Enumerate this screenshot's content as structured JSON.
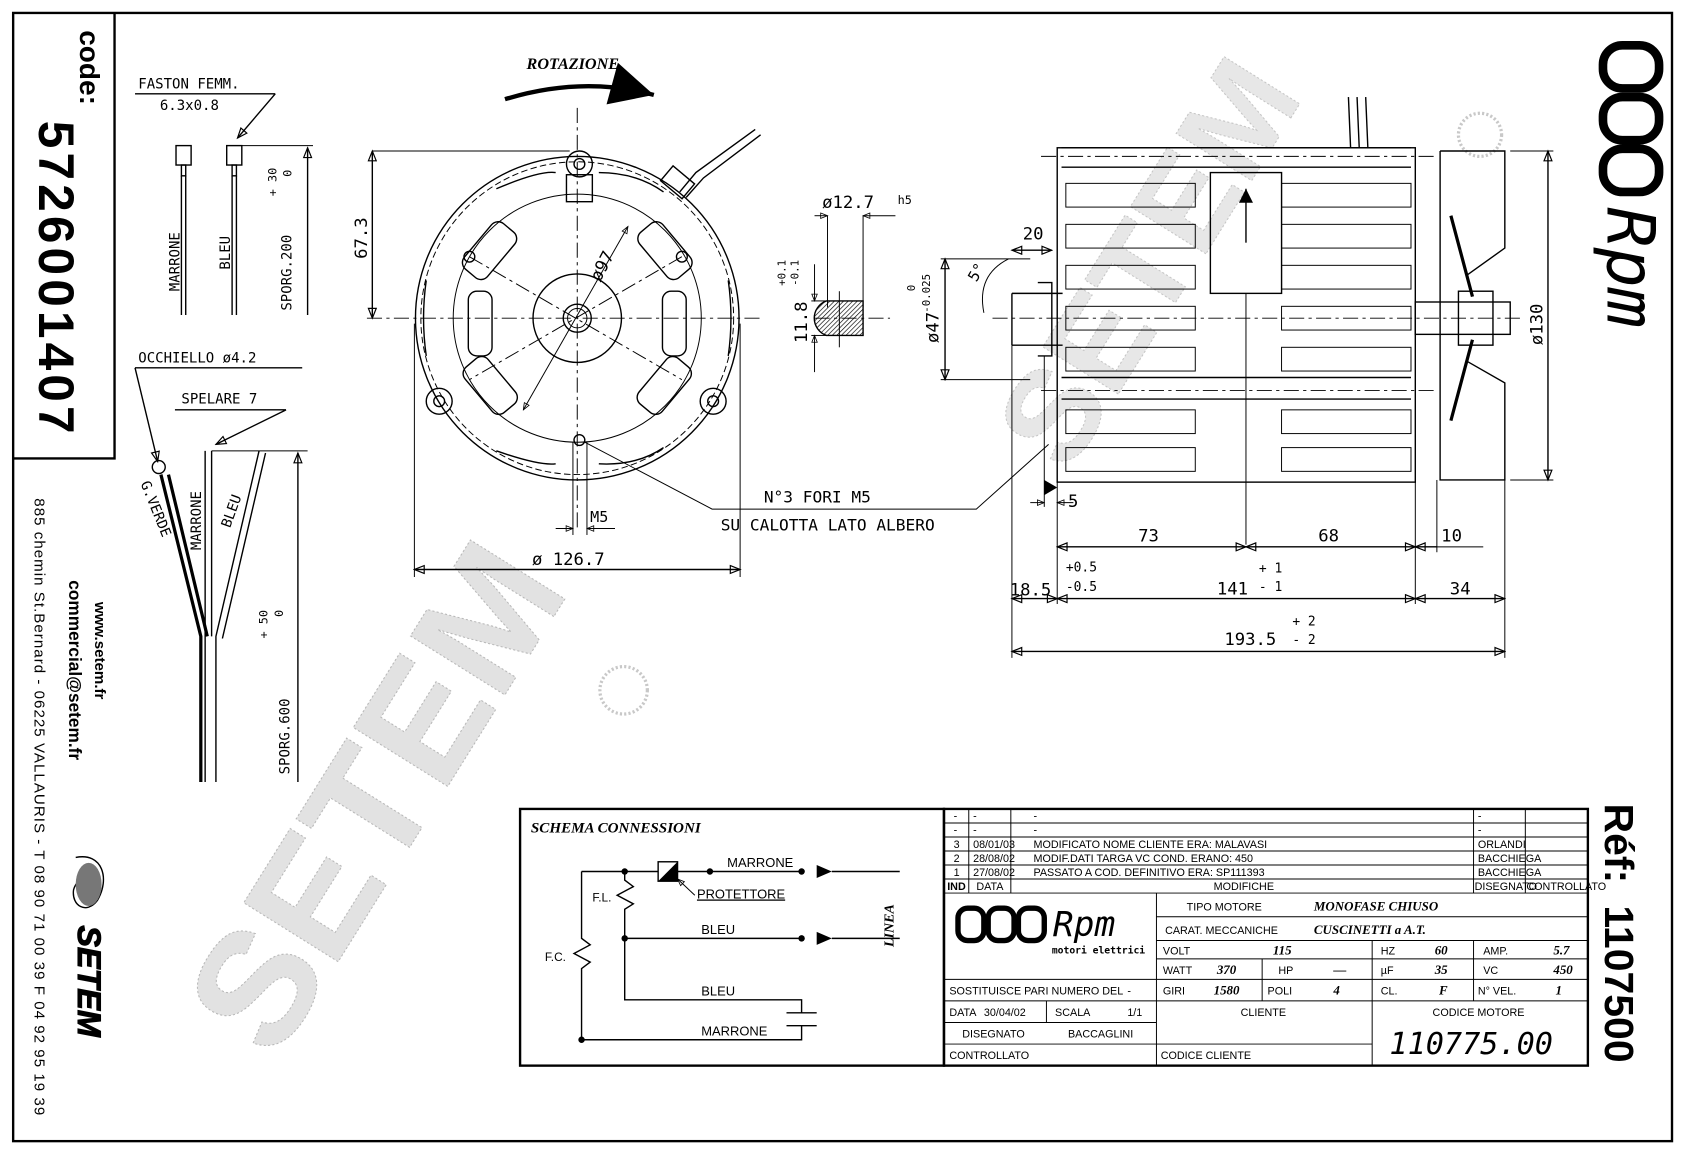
{
  "code_box": {
    "label": "code:",
    "value": "5726001407"
  },
  "contact": {
    "website": "www.setem.fr",
    "email": "commercial@setem.fr",
    "address": "885 chemin St.Bernard  -  06225 VALLAURIS  -  T 08 90 71 00 39   F 04 92 95 19 39",
    "brand": "SETEM"
  },
  "reference": {
    "label": "Réf:",
    "value": "1107500"
  },
  "logo": {
    "brand": "Rpm",
    "tagline": "motori elettrici"
  },
  "watermark": "SETEM",
  "wiring": {
    "faston_label": "FASTON FEMM.",
    "faston_size": "6.3x0.8",
    "wire_marrone": "MARRONE",
    "wire_bleu": "BLEU",
    "sporg_short": "SPORG.200",
    "sporg_short_tol_plus": "+ 30",
    "sporg_short_tol_minus": "0",
    "occhiello": "OCCHIELLO ø4.2",
    "spelare": "SPELARE 7",
    "wire_verde": "G.VERDE",
    "sporg_long": "SPORG.600",
    "sporg_long_tol_plus": "+ 50",
    "sporg_long_tol_minus": "0"
  },
  "front_view": {
    "rotation": "ROTAZIONE",
    "dim_height": "67.3",
    "dim_pcd": "ø97",
    "dim_diameter": "ø 126.7",
    "dim_m5": "M5",
    "note_line1": "N°3 FORI M5",
    "note_line2": "SU CALOTTA LATO ALBERO"
  },
  "shaft_section": {
    "diameter": "ø12.7",
    "fit": "h5",
    "flat": "11.8",
    "tol_plus": "+0.1",
    "tol_minus": "-0.1"
  },
  "side_view": {
    "spigot": "ø47",
    "spigot_tol_upper": "0",
    "spigot_tol_lower": "-0.025",
    "angle": "5°",
    "d20": "20",
    "d5": "5",
    "d73": "73",
    "d68": "68",
    "d10": "10",
    "d18_5": "18.5",
    "tol05_plus": "+0.5",
    "tol05_minus": "-0.5",
    "d141": "141",
    "d141_tol_plus": "+ 1",
    "d141_tol_minus": "- 1",
    "d34": "34",
    "d193": "193.5",
    "d193_tol_plus": "+ 2",
    "d193_tol_minus": "- 2",
    "fan_diameter": "ø130"
  },
  "schema": {
    "title": "SCHEMA CONNESSIONI",
    "marrone_top": "MARRONE",
    "protettore": "PROTETTORE",
    "bleu_mid": "BLEU",
    "bleu_low": "BLEU",
    "marrone_low": "MARRONE",
    "fl": "F.L.",
    "fc": "F.C.",
    "linea": "LINEA"
  },
  "title_block": {
    "revisions": [
      {
        "ind": "-",
        "data": "-",
        "modifica": "-",
        "disegnato": "-",
        "controllato": ""
      },
      {
        "ind": "-",
        "data": "-",
        "modifica": "-",
        "disegnato": "-",
        "controllato": ""
      },
      {
        "ind": "3",
        "data": "08/01/03",
        "modifica": "MODIFICATO NOME CLIENTE ERA: MALAVASI",
        "disegnato": "ORLANDI",
        "controllato": ""
      },
      {
        "ind": "2",
        "data": "28/08/02",
        "modifica": "MODIF.DATI TARGA VC COND. ERANO: 450",
        "disegnato": "BACCHIEGA",
        "controllato": ""
      },
      {
        "ind": "1",
        "data": "27/08/02",
        "modifica": "PASSATO A COD. DEFINITIVO ERA: SP111393",
        "disegnato": "BACCHIEGA",
        "controllato": ""
      }
    ],
    "headers": {
      "ind": "IND",
      "data": "DATA",
      "modifiche": "MODIFICHE",
      "disegnato": "DISEGNATO",
      "controllato": "CONTROLLATO"
    },
    "tipo_motore_label": "TIPO MOTORE",
    "tipo_motore": "MONOFASE CHIUSO",
    "carat_label": "CARAT. MECCANICHE",
    "carat": "CUSCINETTI a A.T.",
    "volt_label": "VOLT",
    "volt": "115",
    "hz_label": "HZ",
    "hz": "60",
    "amp_label": "AMP.",
    "amp": "5.7",
    "watt_label": "WATT",
    "watt": "370",
    "hp_label": "HP",
    "hp": "—",
    "uf_label": "µF",
    "uf": "35",
    "vc_label": "VC",
    "vc": "450",
    "giri_label": "GIRI",
    "giri": "1580",
    "poli_label": "POLI",
    "poli": "4",
    "cl_label": "CL.",
    "cl": "F",
    "nvel_label": "N° VEL.",
    "nvel": "1",
    "sostituisce_label": "SOSTITUISCE PARI NUMERO DEL",
    "sostituisce": "-",
    "data_label": "DATA",
    "data": "30/04/02",
    "scala_label": "SCALA",
    "scala": "1/1",
    "disegnato_label": "DISEGNATO",
    "disegnato": "BACCAGLINI",
    "controllato_label": "CONTROLLATO",
    "cliente_label": "CLIENTE",
    "codice_cliente_label": "CODICE CLIENTE",
    "codice_motore_label": "CODICE MOTORE",
    "codice_motore": "110775.00"
  }
}
